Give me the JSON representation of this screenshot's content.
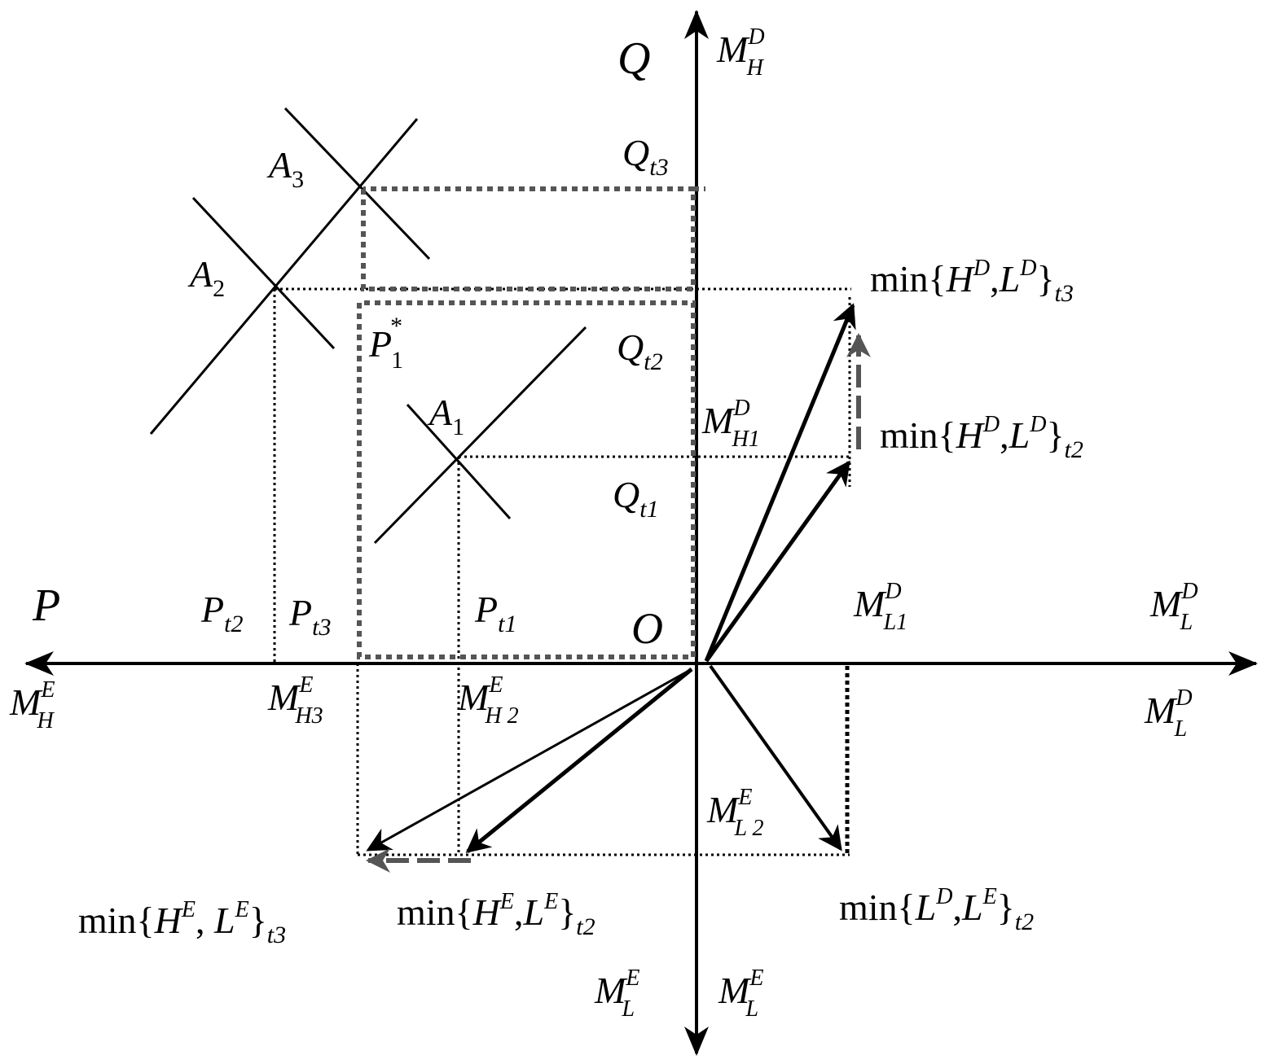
{
  "colors": {
    "ink": "#000000",
    "gray": "#555555",
    "background": "#ffffff"
  },
  "axes": {
    "top": {
      "left_label": "Q",
      "right_label": {
        "base": "M",
        "sup": "D",
        "sub": "H"
      }
    },
    "bottom": {
      "left_label": {
        "base": "M",
        "sup": "E",
        "sub": "L"
      },
      "right_label": {
        "base": "M",
        "sup": "E",
        "sub": "L"
      }
    },
    "left": {
      "upper_label": "P",
      "lower_label": {
        "base": "M",
        "sup": "E",
        "sub": "H"
      }
    },
    "right": {
      "upper_label": {
        "base": "M",
        "sup": "D",
        "sub": "L"
      },
      "lower_label": {
        "base": "M",
        "sup": "D",
        "sub": "L"
      }
    },
    "origin": "O"
  },
  "points": {
    "A1": {
      "base": "A",
      "sub": "1"
    },
    "A2": {
      "base": "A",
      "sub": "2"
    },
    "A3": {
      "base": "A",
      "sub": "3"
    },
    "P1star": {
      "base": "P",
      "sup": "*",
      "sub": "1"
    }
  },
  "q_labels": {
    "Qt1": {
      "base": "Q",
      "sub": "t1"
    },
    "Qt2": {
      "base": "Q",
      "sub": "t2"
    },
    "Qt3": {
      "base": "Q",
      "sub": "t3"
    }
  },
  "p_labels": {
    "Pt1": {
      "base": "P",
      "sub": "t1"
    },
    "Pt2": {
      "base": "P",
      "sub": "t2"
    },
    "Pt3": {
      "base": "P",
      "sub": "t3"
    }
  },
  "m_labels": {
    "MH1D": {
      "base": "M",
      "sup": "D",
      "sub": "H1"
    },
    "ML1D": {
      "base": "M",
      "sup": "D",
      "sub": "L1"
    },
    "MH2E": {
      "base": "M",
      "sup": "E",
      "sub": "H 2"
    },
    "MH3E": {
      "base": "M",
      "sup": "E",
      "sub": "H3"
    },
    "ML2E": {
      "base": "M",
      "sup": "E",
      "sub": "L 2"
    }
  },
  "min_labels": {
    "HD_LD_t3": {
      "prefix": "min{",
      "a": "H",
      "a_sup": "D",
      "sep": ",",
      "b": "L",
      "b_sup": "D",
      "close": "}",
      "sub": "t3"
    },
    "HD_LD_t2": {
      "prefix": "min{",
      "a": "H",
      "a_sup": "D",
      "sep": ",",
      "b": "L",
      "b_sup": "D",
      "close": "}",
      "sub": "t2"
    },
    "HE_LE_t3": {
      "prefix": "min{",
      "a": "H",
      "a_sup": "E",
      "sep": ", ",
      "b": "L",
      "b_sup": "E",
      "close": "}",
      "sub": "t3"
    },
    "HE_LE_t2": {
      "prefix": "min{",
      "a": "H",
      "a_sup": "E",
      "sep": ",",
      "b": "L",
      "b_sup": "E",
      "close": "}",
      "sub": "t2"
    },
    "LD_LE_t2": {
      "prefix": "min{",
      "a": "L",
      "a_sup": "D",
      "sep": ",",
      "b": "L",
      "b_sup": "E",
      "close": "}",
      "sub": "t2"
    }
  }
}
